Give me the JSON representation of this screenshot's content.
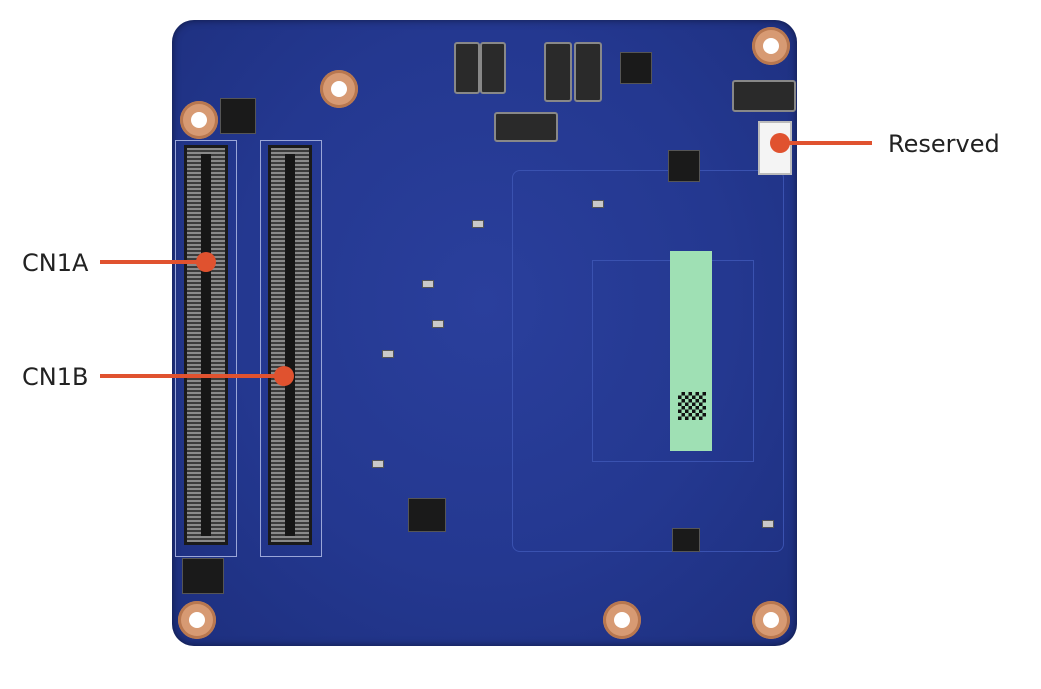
{
  "diagram": {
    "callouts": [
      {
        "id": "reserved",
        "label": "Reserved"
      },
      {
        "id": "cn1a",
        "label": "CN1A"
      },
      {
        "id": "cn1b",
        "label": "CN1B"
      }
    ],
    "colors": {
      "callout": "#e0522f",
      "board": "#243890",
      "sticker": "#9fe0b4"
    }
  }
}
